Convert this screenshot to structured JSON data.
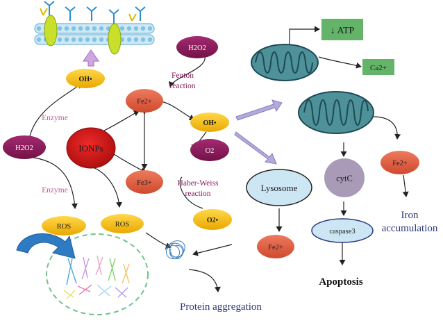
{
  "nodes": {
    "h2o2_left": "H2O2",
    "ionps": "IONPs",
    "oh_left": "OH•",
    "fe2_top": "Fe2+",
    "fe3": "Fe3+",
    "h2o2_top": "H2O2",
    "oh_center": "OH•",
    "o2": "O2",
    "o2_radical": "O2•",
    "ros_left": "ROS",
    "ros_right": "ROS",
    "lysosome": "Lysosome",
    "fe2_lysosome": "Fe2+",
    "cytc": "cytC",
    "caspase3": "caspase3",
    "fe2_right": "Fe2+",
    "atp": "↓ ATP",
    "ca2": "Ca2+"
  },
  "labels": {
    "enzyme_top": "Enzyme",
    "enzyme_bottom": "Enzyme",
    "fenton_line1": "Fenton",
    "fenton_line2": "reaction",
    "haber_line1": "Haber-Weiss",
    "haber_line2": "reaction",
    "apoptosis": "Apoptosis",
    "iron_line1": "Iron",
    "iron_line2": "accumulation",
    "protein_aggregation": "Protein aggregation"
  },
  "colors": {
    "purple": "#8b1a5c",
    "orange": "#e35f3f",
    "yellow": "#f6c200",
    "red": "#d21515",
    "lilac": "#a99ab8",
    "sky": "#cde6f3",
    "teal": "#4a8f96",
    "green": "#63b368",
    "blue_text": "#2b3a7c",
    "enzyme_text": "#c25b9b"
  }
}
